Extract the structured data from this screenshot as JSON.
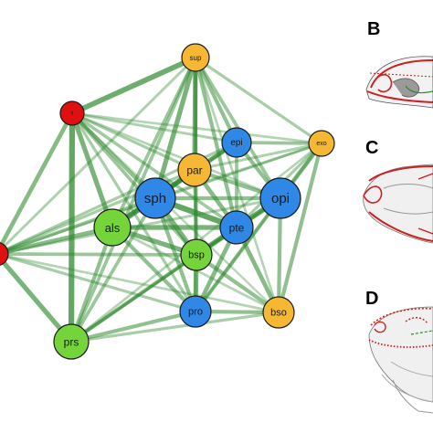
{
  "colors": {
    "background": "#ffffff",
    "edge": "#2f8a2f",
    "node_outline": "#1b1b1b",
    "red": "#e01010",
    "orange": "#f6b732",
    "blue": "#2f88e6",
    "green": "#74d43a",
    "skull_outline": "#cc1f1f",
    "skull_fill": "#f2f2f2",
    "skull_shade": "#8a8a8a"
  },
  "network": {
    "nodes": [
      {
        "id": "sup",
        "label": "sup",
        "color": "orange"
      },
      {
        "id": "fr",
        "label": "fr",
        "color": "red"
      },
      {
        "id": "epi",
        "label": "epi",
        "color": "blue"
      },
      {
        "id": "exo",
        "label": "exo",
        "color": "orange"
      },
      {
        "id": "par",
        "label": "par",
        "color": "orange"
      },
      {
        "id": "sph",
        "label": "sph",
        "color": "blue"
      },
      {
        "id": "opi",
        "label": "opi",
        "color": "blue"
      },
      {
        "id": "als",
        "label": "als",
        "color": "green"
      },
      {
        "id": "pte",
        "label": "pte",
        "color": "blue"
      },
      {
        "id": "bsp",
        "label": "bsp",
        "color": "green"
      },
      {
        "id": "pro",
        "label": "pro",
        "color": "blue"
      },
      {
        "id": "bso",
        "label": "bso",
        "color": "orange"
      },
      {
        "id": "prs",
        "label": "prs",
        "color": "green"
      },
      {
        "id": "left",
        "label": "",
        "color": "red"
      }
    ],
    "edges": [
      [
        "fr",
        "sup",
        0.9
      ],
      [
        "fr",
        "prs",
        1.0
      ],
      [
        "fr",
        "als",
        0.8
      ],
      [
        "fr",
        "sph",
        0.6
      ],
      [
        "fr",
        "par",
        0.4
      ],
      [
        "fr",
        "epi",
        0.35
      ],
      [
        "fr",
        "bsp",
        0.5
      ],
      [
        "fr",
        "pro",
        0.4
      ],
      [
        "fr",
        "left",
        0.7
      ],
      [
        "fr",
        "exo",
        0.3
      ],
      [
        "fr",
        "opi",
        0.3
      ],
      [
        "fr",
        "pte",
        0.45
      ],
      [
        "fr",
        "bso",
        0.25
      ],
      [
        "sup",
        "epi",
        0.6
      ],
      [
        "sup",
        "par",
        0.8
      ],
      [
        "sup",
        "sph",
        0.8
      ],
      [
        "sup",
        "opi",
        0.5
      ],
      [
        "sup",
        "exo",
        0.4
      ],
      [
        "sup",
        "pte",
        0.6
      ],
      [
        "sup",
        "als",
        0.5
      ],
      [
        "sup",
        "bsp",
        0.5
      ],
      [
        "sup",
        "pro",
        0.4
      ],
      [
        "sup",
        "prs",
        0.5
      ],
      [
        "sup",
        "bso",
        0.3
      ],
      [
        "sup",
        "left",
        0.35
      ],
      [
        "exo",
        "epi",
        0.5
      ],
      [
        "exo",
        "opi",
        0.7
      ],
      [
        "exo",
        "bso",
        0.6
      ],
      [
        "exo",
        "pte",
        0.4
      ],
      [
        "exo",
        "par",
        0.35
      ],
      [
        "exo",
        "sph",
        0.35
      ],
      [
        "exo",
        "pro",
        0.35
      ],
      [
        "exo",
        "left",
        0.3
      ],
      [
        "exo",
        "prs",
        0.3
      ],
      [
        "epi",
        "par",
        0.7
      ],
      [
        "epi",
        "sph",
        0.6
      ],
      [
        "epi",
        "opi",
        0.6
      ],
      [
        "epi",
        "pte",
        0.5
      ],
      [
        "epi",
        "als",
        0.3
      ],
      [
        "epi",
        "left",
        0.4
      ],
      [
        "par",
        "sph",
        0.9
      ],
      [
        "par",
        "pte",
        0.7
      ],
      [
        "par",
        "opi",
        0.6
      ],
      [
        "par",
        "bsp",
        0.5
      ],
      [
        "par",
        "als",
        0.6
      ],
      [
        "par",
        "left",
        0.4
      ],
      [
        "sph",
        "als",
        1.0
      ],
      [
        "sph",
        "pte",
        1.0
      ],
      [
        "sph",
        "bsp",
        0.8
      ],
      [
        "sph",
        "opi",
        0.6
      ],
      [
        "sph",
        "pro",
        0.6
      ],
      [
        "sph",
        "prs",
        0.5
      ],
      [
        "sph",
        "left",
        0.5
      ],
      [
        "opi",
        "pte",
        0.9
      ],
      [
        "opi",
        "bso",
        0.6
      ],
      [
        "opi",
        "pro",
        0.6
      ],
      [
        "opi",
        "bsp",
        0.5
      ],
      [
        "opi",
        "left",
        0.35
      ],
      [
        "opi",
        "prs",
        0.3
      ],
      [
        "als",
        "bsp",
        0.8
      ],
      [
        "als",
        "pte",
        0.8
      ],
      [
        "als",
        "pro",
        0.6
      ],
      [
        "als",
        "prs",
        0.6
      ],
      [
        "als",
        "left",
        0.7
      ],
      [
        "als",
        "bso",
        0.3
      ],
      [
        "pte",
        "bsp",
        0.9
      ],
      [
        "pte",
        "pro",
        0.7
      ],
      [
        "pte",
        "bso",
        0.7
      ],
      [
        "pte",
        "prs",
        0.4
      ],
      [
        "bsp",
        "pro",
        0.8
      ],
      [
        "bsp",
        "bso",
        0.6
      ],
      [
        "bsp",
        "prs",
        0.6
      ],
      [
        "bsp",
        "left",
        0.5
      ],
      [
        "pro",
        "bso",
        0.6
      ],
      [
        "pro",
        "prs",
        0.6
      ],
      [
        "pro",
        "left",
        0.4
      ],
      [
        "prs",
        "left",
        0.8
      ],
      [
        "prs",
        "bso",
        0.4
      ],
      [
        "bso",
        "left",
        0.3
      ]
    ]
  },
  "panels": [
    {
      "id": "B",
      "letter": "B",
      "view": "lateral skull view"
    },
    {
      "id": "C",
      "letter": "C",
      "view": "dorsal skull view"
    },
    {
      "id": "D",
      "letter": "D",
      "view": "oblique skull view"
    }
  ]
}
